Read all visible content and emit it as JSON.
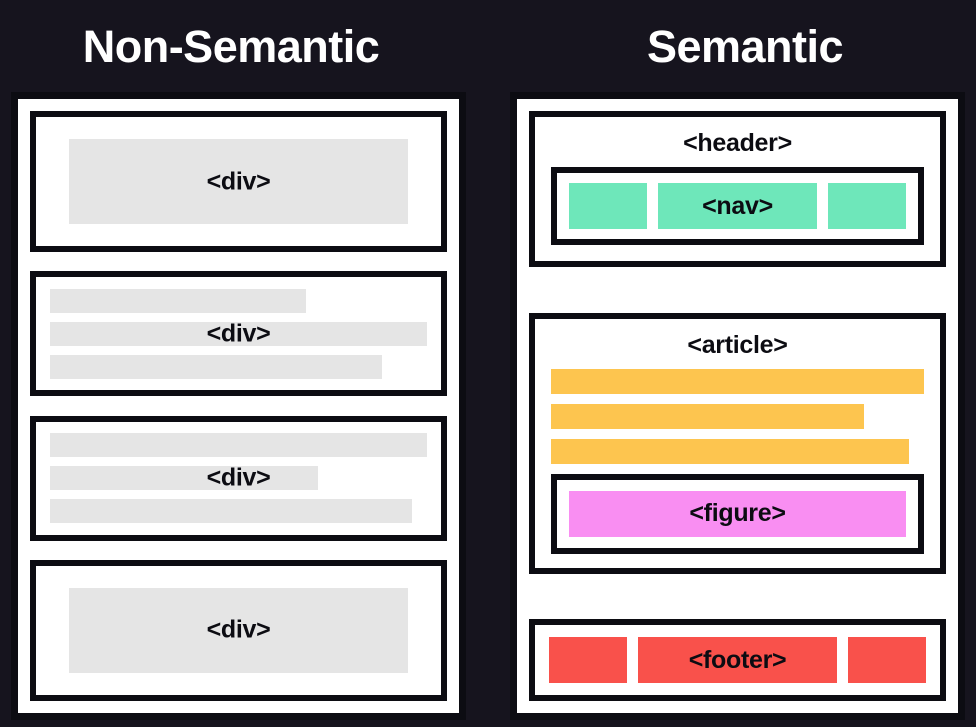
{
  "columns": {
    "non_semantic_title": "Non-Semantic",
    "semantic_title": "Semantic"
  },
  "colors": {
    "background": "#16141e",
    "ink": "#0c0c12",
    "paper": "#ffffff",
    "placeholder_gray": "#e5e5e5",
    "nav_mint": "#6ee7ba",
    "article_orange": "#fdc54f",
    "figure_pink": "#f98ef2",
    "footer_coral": "#f9514b",
    "heading_text": "#ffffff"
  },
  "non_semantic": {
    "blocks": [
      {
        "label": "<div>",
        "variant": "solo",
        "bars": [
          {
            "width_pct": 90,
            "color": "#e5e5e5"
          }
        ]
      },
      {
        "label": "<div>",
        "variant": "lines",
        "bars": [
          {
            "width_pct": 68,
            "color": "#e5e5e5"
          },
          {
            "width_pct": 100,
            "color": "#e5e5e5"
          },
          {
            "width_pct": 88,
            "color": "#e5e5e5"
          }
        ]
      },
      {
        "label": "<div>",
        "variant": "lines",
        "bars": [
          {
            "width_pct": 100,
            "color": "#e5e5e5"
          },
          {
            "width_pct": 71,
            "color": "#e5e5e5"
          },
          {
            "width_pct": 96,
            "color": "#e5e5e5"
          }
        ]
      },
      {
        "label": "<div>",
        "variant": "solo",
        "bars": [
          {
            "width_pct": 90,
            "color": "#e5e5e5"
          }
        ]
      }
    ]
  },
  "semantic": {
    "header": {
      "title": "<header>",
      "nav": {
        "label": "<nav>",
        "chips": [
          {
            "role": "side",
            "color": "#6ee7ba",
            "label": ""
          },
          {
            "role": "main",
            "color": "#6ee7ba",
            "label": "<nav>"
          },
          {
            "role": "side",
            "color": "#6ee7ba",
            "label": ""
          }
        ]
      }
    },
    "article": {
      "title": "<article>",
      "bars": [
        {
          "width_pct": 100,
          "color": "#fdc54f"
        },
        {
          "width_pct": 84,
          "color": "#fdc54f"
        },
        {
          "width_pct": 96,
          "color": "#fdc54f"
        }
      ],
      "figure": {
        "label": "<figure>",
        "color": "#f98ef2"
      }
    },
    "footer": {
      "label": "<footer>",
      "chips": [
        {
          "role": "side",
          "color": "#f9514b",
          "label": ""
        },
        {
          "role": "main",
          "color": "#f9514b",
          "label": "<footer>"
        },
        {
          "role": "side",
          "color": "#f9514b",
          "label": ""
        }
      ]
    }
  }
}
